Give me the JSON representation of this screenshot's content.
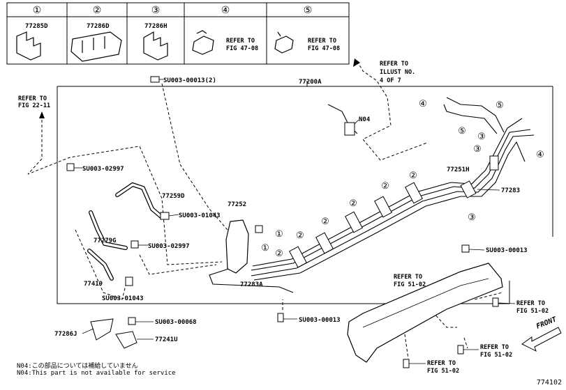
{
  "header_table": {
    "columns": [
      {
        "num": "①",
        "part": "77285D",
        "refer": ""
      },
      {
        "num": "②",
        "part": "77286D",
        "refer": ""
      },
      {
        "num": "③",
        "part": "77286H",
        "refer": ""
      },
      {
        "num": "④",
        "part": "",
        "refer": [
          "REFER TO",
          "FIG 47-08"
        ]
      },
      {
        "num": "⑤",
        "part": "",
        "refer": [
          "REFER TO",
          "FIG 47-08"
        ]
      }
    ]
  },
  "labels": {
    "main_assy": "77200A",
    "n04": "N04",
    "refer_illust": [
      "REFER TO",
      "ILLUST NO.",
      "4 OF 7"
    ],
    "refer_22": [
      "REFER TO",
      "FIG 22-11"
    ],
    "su_top": "SU003-00013(2)",
    "su_02997a": "SU003-02997",
    "p77259d": "77259D",
    "su_01043a": "SU003-01043",
    "p77252": "77252",
    "p77279g": "77279G",
    "su_02997b": "SU003-02997",
    "p77419": "77419",
    "su_01043b": "SU003-01043",
    "p77283a": "77283A",
    "p77251h": "77251H",
    "p77283": "77283",
    "su_00013_r": "SU003-00013",
    "su_00013_b": "SU003-00013",
    "su_00068": "SU003-00068",
    "p77286j": "77286J",
    "p77241u": "77241U",
    "refer_51_a": [
      "REFER TO",
      "FIG 51-02"
    ],
    "refer_51_b": [
      "REFER TO",
      "FIG 51-02"
    ],
    "refer_51_c": [
      "REFER TO",
      "FIG 51-02"
    ],
    "refer_51_d": [
      "REFER TO",
      "FIG 51-02"
    ],
    "front": "FRONT",
    "c1": "①",
    "c2": "②",
    "c3": "③",
    "c4": "④",
    "c5": "⑤"
  },
  "notes": {
    "jp": "N04:この部品については補給していません",
    "en": "N04:This part is not available for service"
  },
  "illustration_id": "774102"
}
